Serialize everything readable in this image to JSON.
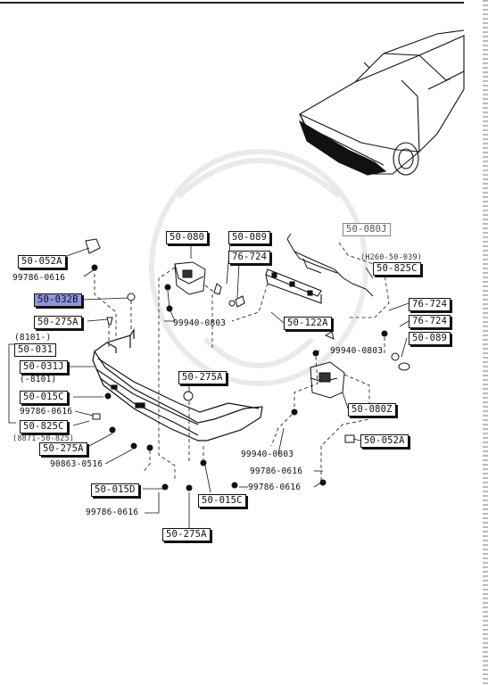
{
  "parts": {
    "p50_052A_left": "50-052A",
    "p99786_0616_top": "99786-0616",
    "p50_032B": "50-032B",
    "p50_275A_top": "50-275A",
    "p8101_plus": "(8101-)",
    "p50_031": "50-031",
    "p50_031J": "50-031J",
    "p8101_minus": "(-8101)",
    "p50_015C_left": "50-015C",
    "p99786_0616_left": "99786-0616",
    "p50_825C_left": "50-825C",
    "p8871_note": "(8871-50-825)",
    "p50_275A_left": "50-275A",
    "p90863_0516": "90863-0516",
    "p50_015D": "50-015D",
    "p99786_0616_bottom": "99786-0616",
    "p50_275A_bottom": "50-275A",
    "p50_080": "50-080",
    "p50_089_top": "50-089",
    "p76_724_top": "76-724",
    "p99940_0803_left": "99940-0803",
    "p50_275A_mid": "50-275A",
    "p50_080J": "50-080J",
    "p_h260_note": "(H260-50-039)",
    "p50_825C_right": "50-825C",
    "p50_122A": "50-122A",
    "p76_724_r1": "76-724",
    "p76_724_r2": "76-724",
    "p50_089_right": "50-089",
    "p99940_0803_right": "99940-0803",
    "p50_080Z": "50-080Z",
    "p50_052A_right": "50-052A",
    "p99940_0803_bottom": "99940-0803",
    "p99786_0616_right": "99786-0616",
    "p99786_0616_center": "99786-0616",
    "p50_015C_bottom": "50-015C"
  },
  "highlight_color": "#8f95d9"
}
